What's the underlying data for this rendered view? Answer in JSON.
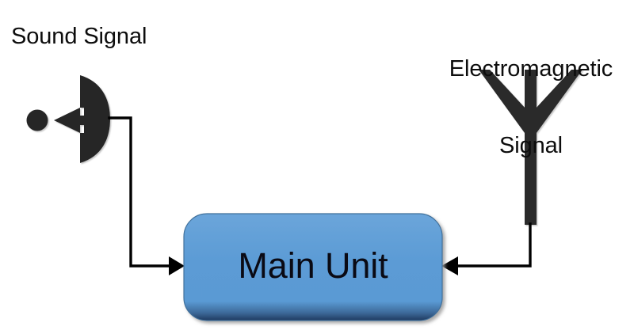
{
  "diagram": {
    "title": "Sound and Electromagnetic Signal Acquisition Block Diagram",
    "background_color": "#ffffff",
    "nodes": [
      {
        "id": "sound-source",
        "label": "Sound Signal",
        "icon": "satellite-dish-icon",
        "icon_color": "#262626",
        "label_color": "#0d0d0d",
        "label_font_size": "29px"
      },
      {
        "id": "em-source",
        "label": "Electromagnetic\nSignal",
        "label_line_1": "Electromagnetic",
        "label_line_2": "Signal",
        "icon": "antenna-icon",
        "icon_color": "#2b2b2b",
        "label_color": "#0d0d0d",
        "label_font_size": "29px"
      },
      {
        "id": "main-unit",
        "label": "Main Unit",
        "shape": "rounded-rectangle",
        "fill_color": "#5b9bd5",
        "fill_gradient_bottom": "#1f3a5f",
        "stroke_color": "#41719c",
        "label_color": "#0a0a14",
        "label_font_size": "45px"
      }
    ],
    "connectors": [
      {
        "id": "sound-to-main-unit",
        "from": "sound-source",
        "to": "main-unit",
        "arrowhead": "filled-triangle",
        "color": "#000000",
        "route": "right-down-right"
      },
      {
        "id": "em-to-main-unit",
        "from": "em-source",
        "to": "main-unit",
        "arrowhead": "filled-triangle",
        "color": "#000000",
        "route": "down-left"
      }
    ]
  }
}
